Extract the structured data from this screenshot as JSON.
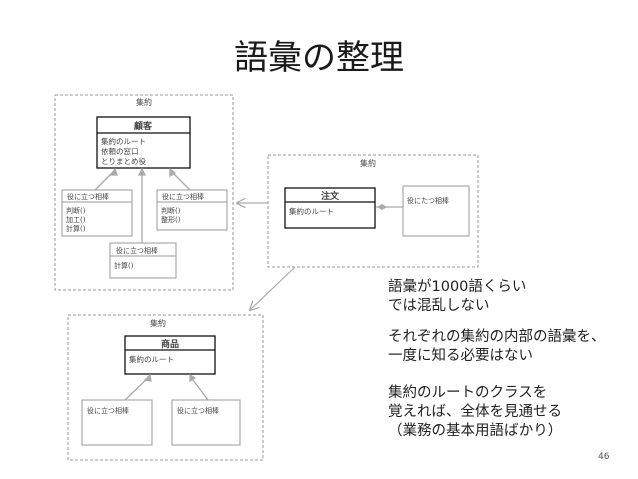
{
  "slide": {
    "title": "語彙の整理",
    "page_number": "46"
  },
  "diagram": {
    "package_top": {
      "label": "集約",
      "root_class": {
        "name": "顧客",
        "attributes": [
          "集約のルート",
          "依頼の窓口",
          "とりまとめ役"
        ]
      },
      "helpers": [
        {
          "title": "役に立つ相棒",
          "methods": [
            "判断()",
            "加工()",
            "計算()"
          ]
        },
        {
          "title": "役に立つ相棒",
          "methods": [
            "判断()",
            "整形()"
          ]
        },
        {
          "title": "役に立つ相棒",
          "methods": [
            "計算()"
          ]
        }
      ]
    },
    "package_right": {
      "label": "集約",
      "root_class": {
        "name": "注文",
        "attributes": [
          "集約のルート"
        ]
      },
      "helper": {
        "title": "役にたつ相棒"
      }
    },
    "package_bottom": {
      "label": "集約",
      "root_class": {
        "name": "商品",
        "attributes": [
          "集約のルート"
        ]
      },
      "helpers": [
        {
          "title": "役に立つ相棒"
        },
        {
          "title": "役に立つ相棒"
        }
      ]
    }
  },
  "notes": [
    "語彙が1000語くらい\nでは混乱しない",
    "それぞれの集約の内部の語彙を、\n一度に知る必要はない",
    "集約のルートのクラスを\n覚えれば、全体を見通せる\n（業務の基本用語ばかり）"
  ]
}
